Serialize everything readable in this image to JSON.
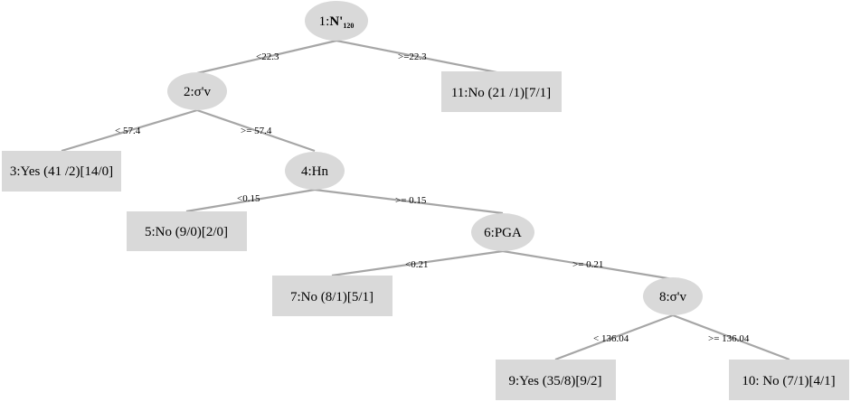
{
  "root": {
    "id": "1",
    "sep": ":",
    "var_main": "N'",
    "var_sub": "120"
  },
  "internal_nodes": [
    {
      "key": "n2",
      "label": "2:σ'v"
    },
    {
      "key": "n4",
      "label": "4:Hn"
    },
    {
      "key": "n6",
      "label": "6:PGA"
    },
    {
      "key": "n8",
      "label": "8:σ'v"
    }
  ],
  "leaves": [
    {
      "key": "n11",
      "label": "11:No (21 /1)[7/1]"
    },
    {
      "key": "n3",
      "label": "3:Yes (41 /2)[14/0]"
    },
    {
      "key": "n5",
      "label": "5:No (9/0)[2/0]"
    },
    {
      "key": "n7",
      "label": "7:No (8/1)[5/1]"
    },
    {
      "key": "n9",
      "label": "9:Yes (35/8)[9/2]"
    },
    {
      "key": "n10",
      "label": "10: No (7/1)[4/1]"
    }
  ],
  "edges": [
    {
      "from": "n1",
      "to": "n2",
      "label": "<22.3"
    },
    {
      "from": "n1",
      "to": "n11",
      "label": ">=22.3"
    },
    {
      "from": "n2",
      "to": "n3",
      "label": "< 57.4"
    },
    {
      "from": "n2",
      "to": "n4",
      "label": ">= 57.4"
    },
    {
      "from": "n4",
      "to": "n5",
      "label": "<0.15"
    },
    {
      "from": "n4",
      "to": "n6",
      "label": ">= 0.15"
    },
    {
      "from": "n6",
      "to": "n7",
      "label": "<0.21"
    },
    {
      "from": "n6",
      "to": "n8",
      "label": ">= 0.21"
    },
    {
      "from": "n8",
      "to": "n9",
      "label": "< 136.04"
    },
    {
      "from": "n8",
      "to": "n10",
      "label": ">= 136.04"
    }
  ]
}
